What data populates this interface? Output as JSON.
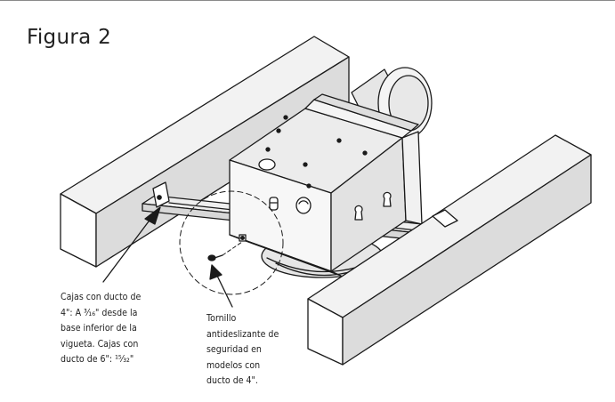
{
  "figure": {
    "title": "Figura 2"
  },
  "callouts": {
    "mounting_height": {
      "lines": [
        "Cajas con ducto de",
        "4\": A ³⁄₁₆\" desde la",
        "base inferior de la",
        "vigueta. Cajas con",
        "ducto de 6\": ¹⁵⁄₃₂\""
      ]
    },
    "anti_slip_screw": {
      "lines": [
        "Tornillo",
        "antideslizante de",
        "seguridad en",
        "modelos con",
        "ducto de 4\"."
      ]
    }
  },
  "colors": {
    "line": "#1a1a1a",
    "joist_front": "#ffffff",
    "joist_top": "#f2f2f2",
    "joist_side": "#dcdcdc",
    "housing_top": "#ececec",
    "housing_front": "#f7f7f7",
    "housing_side": "#e2e2e2",
    "fan_body": "#e6e6e6"
  }
}
